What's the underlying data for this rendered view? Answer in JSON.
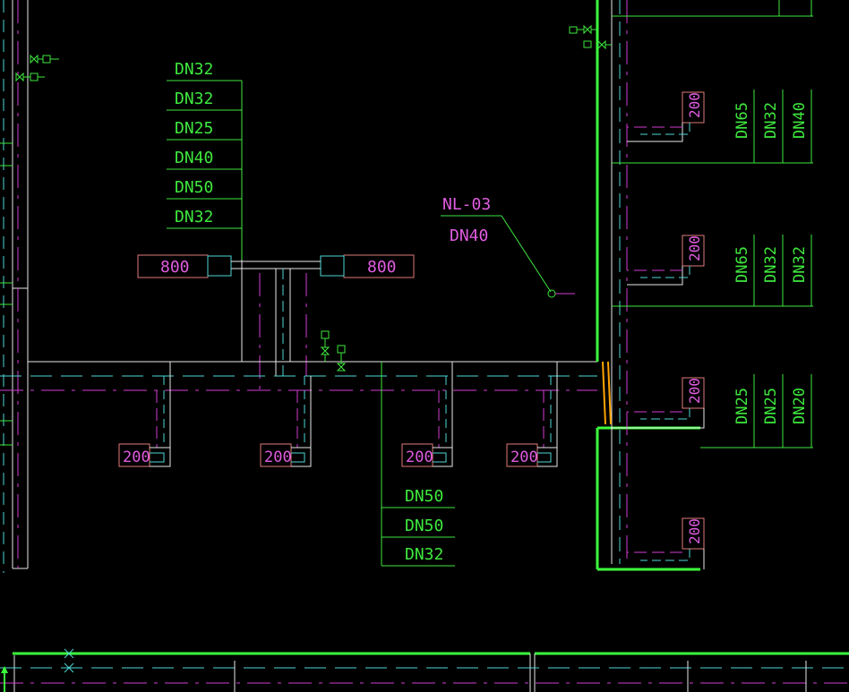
{
  "colors": {
    "background": "#000000",
    "pipe_white": "#e8e8e8",
    "pipe_cyan": "#4fd6d6",
    "pipe_magenta": "#d23cd2",
    "label_green": "#3ee83e",
    "bright_green": "#3cff3c",
    "tag_magenta": "#e05ce0",
    "box_salmon": "#e07a7a",
    "orange": "#ffa500"
  },
  "left_pipe_labels": [
    "DN32",
    "DN32",
    "DN25",
    "DN40",
    "DN50",
    "DN32"
  ],
  "bottom_pipe_labels": [
    "DN50",
    "DN50",
    "DN32"
  ],
  "riser": {
    "name": "NL-03",
    "size": "DN40"
  },
  "large_units": [
    "800",
    "800"
  ],
  "small_units": [
    "200",
    "200",
    "200",
    "200"
  ],
  "right_units": [
    "200",
    "200",
    "200",
    "200"
  ],
  "right_label_groups": [
    [
      "DN65",
      "DN32",
      "DN40"
    ],
    [
      "DN65",
      "DN32",
      "DN32"
    ],
    [
      "DN25",
      "DN25",
      "DN20"
    ]
  ],
  "icons": [
    "valve-icon",
    "valve-icon",
    "valve-icon",
    "valve-icon",
    "valve-icon",
    "cross-mark-icon",
    "cross-mark-icon",
    "ucs-axis-icon"
  ]
}
